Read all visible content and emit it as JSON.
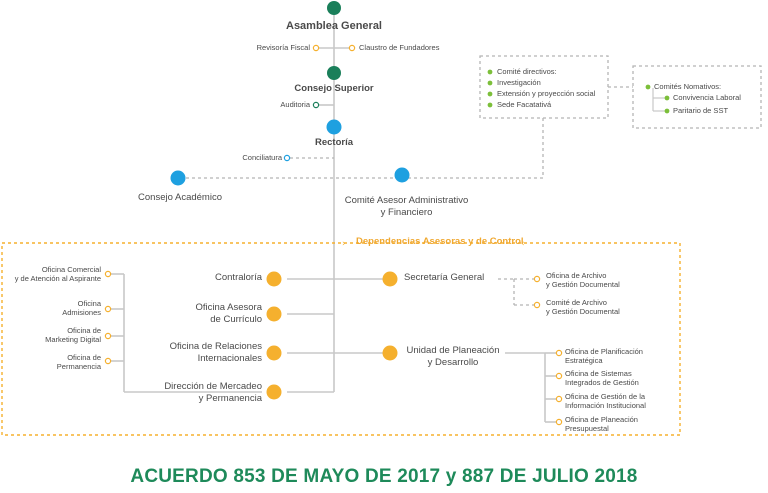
{
  "colors": {
    "green": "#1a7f5a",
    "blue": "#1ea0e0",
    "orange": "#f5b02e",
    "line": "#c8c8c8",
    "dashed": "#b5b5b5",
    "bullet": "#7cbf3a",
    "footer": "#1e8a5a"
  },
  "top": {
    "asamblea": "Asamblea General",
    "revisoria": "Revisoría Fiscal",
    "claustro": "Claustro de Fundadores",
    "consejo_superior": "Consejo Superior",
    "auditoria": "Auditoria",
    "rectoria": "Rectoría",
    "conciliatura": "Conciliatura",
    "consejo_academico": "Consejo Académico",
    "comite_asesor_1": "Comité Asesor Administrativo",
    "comite_asesor_2": "y Financiero"
  },
  "comites": {
    "title": "Comité directivos:",
    "items": [
      "Investigación",
      "Extensión y proyección social",
      "Sede Facatativá"
    ]
  },
  "nomativos": {
    "title": "Comités Nomativos:",
    "items": [
      "Convivencia Laboral",
      "Paritario de SST"
    ]
  },
  "dependencias": {
    "title": "Dependencias Asesoras y de Control",
    "contraloria": "Contraloría",
    "asesora_1": "Oficina Asesora",
    "asesora_2": "de Currículo",
    "relaciones_1": "Oficina de Relaciones",
    "relaciones_2": "Internacionales",
    "mercadeo_1": "Dirección de Mercadeo",
    "mercadeo_2": "y Permanencia",
    "secretaria": "Secretaría General",
    "planeacion_1": "Unidad de Planeación",
    "planeacion_2": "y Desarrollo",
    "left_offices": [
      [
        "Oficina Comercial",
        "y de Atención al Aspirante"
      ],
      [
        "Oficina",
        "Admisiones"
      ],
      [
        "Oficina de",
        "Marketing Digital"
      ],
      [
        "Oficina de",
        "Permanencia"
      ]
    ],
    "archivo": [
      [
        "Oficina de Archivo",
        "y Gestión Documental"
      ],
      [
        "Comité de Archivo",
        "y Gestión Documental"
      ]
    ],
    "planeacion_offices": [
      [
        "Oficina de Planificación",
        "Estratégica"
      ],
      [
        "Oficina de Sistemas",
        "Integrados de Gestión"
      ],
      [
        "Oficina de Gestión de la",
        "Información Institucional"
      ],
      [
        "Oficina de Planeación",
        "Presupuestal"
      ]
    ]
  },
  "footer": "ACUERDO 853  DE  MAYO DE 2017 y 887 DE JULIO 2018"
}
